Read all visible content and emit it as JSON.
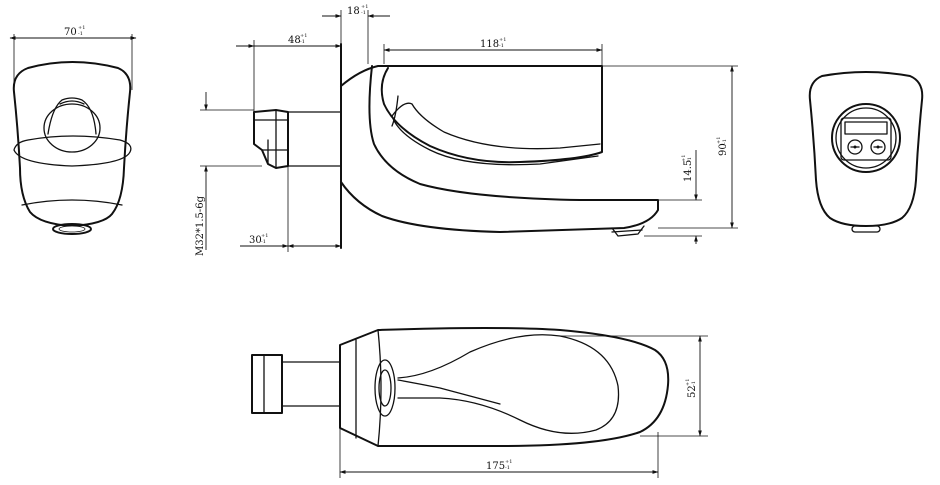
{
  "dimensions": {
    "front_width": {
      "value": "70",
      "tol_upper": "+1",
      "tol_lower": "-1"
    },
    "wall_offset_18": {
      "value": "18",
      "tol_upper": "+1",
      "tol_lower": "-1"
    },
    "body_48": {
      "value": "48",
      "tol_upper": "+1",
      "tol_lower": "-1"
    },
    "spout_118": {
      "value": "118",
      "tol_upper": "+1",
      "tol_lower": "-1"
    },
    "height_90": {
      "value": "90",
      "tol_upper": "+1",
      "tol_lower": "-1"
    },
    "outlet_14_5": {
      "value": "14.5",
      "tol_upper": "+1",
      "tol_lower": "-1"
    },
    "thread_30": {
      "value": "30",
      "tol_upper": "+1",
      "tol_lower": "-1"
    },
    "thread_spec": "M32*1.5-6g",
    "depth_52": {
      "value": "52",
      "tol_upper": "+1",
      "tol_lower": "-1"
    },
    "length_175": {
      "value": "175",
      "tol_upper": "+1",
      "tol_lower": "-1"
    }
  }
}
